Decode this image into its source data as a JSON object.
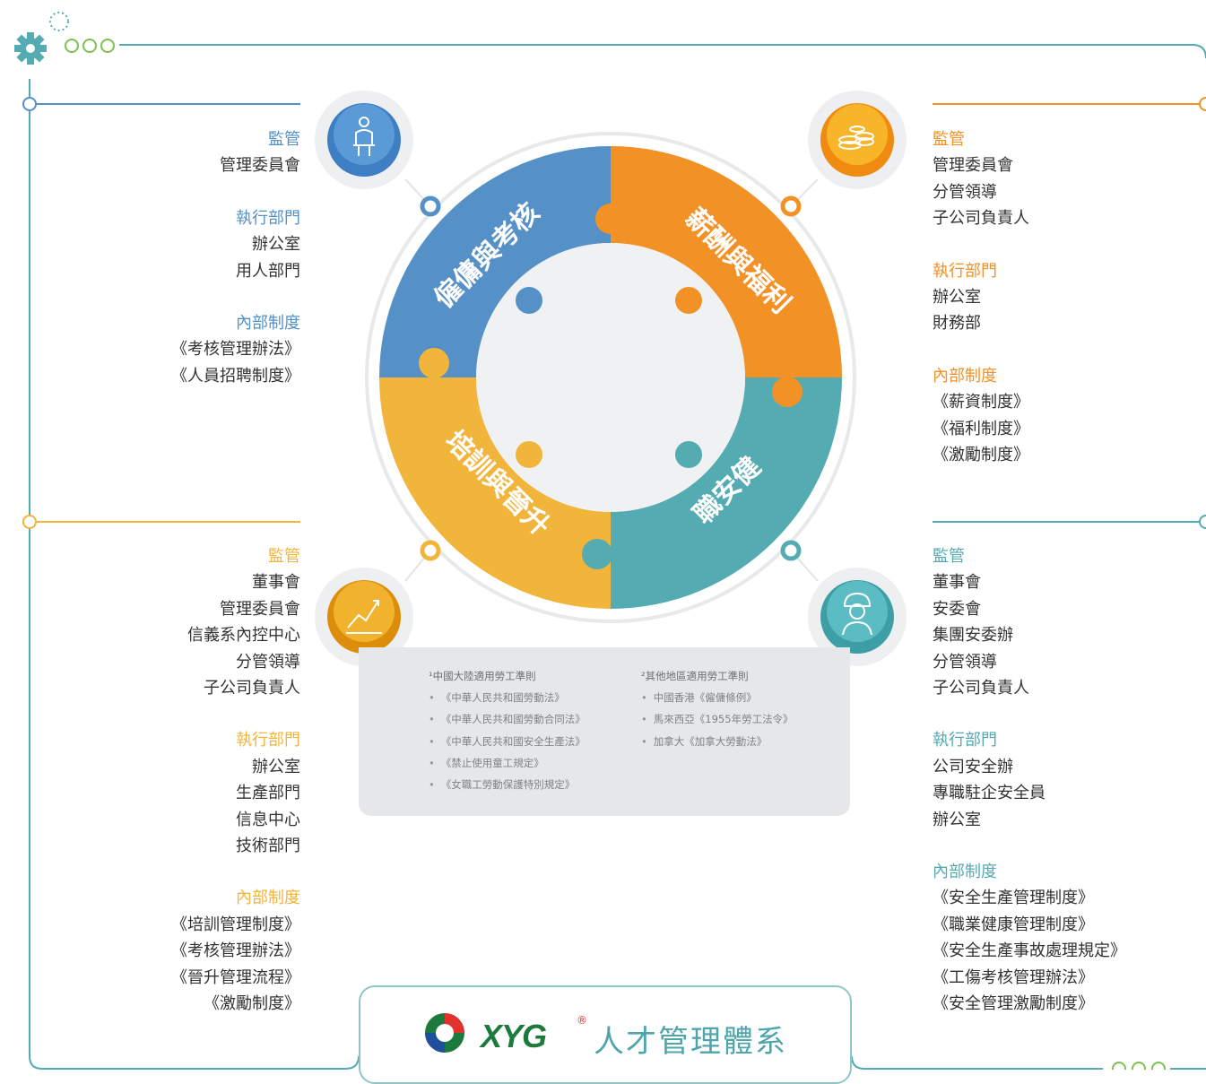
{
  "quadrants": {
    "hiring": {
      "label": "僱傭與考核",
      "color": "#5590c7"
    },
    "pay": {
      "label": "薪酬與福利",
      "color": "#f29126"
    },
    "safety": {
      "label": "職安健",
      "color": "#54abb1"
    },
    "training": {
      "label": "培訓與晉升",
      "color": "#f2b53c"
    }
  },
  "panels": {
    "top_left": {
      "color": "#5590c7",
      "supervision": {
        "heading": "監管",
        "items": [
          "管理委員會"
        ]
      },
      "execution": {
        "heading": "執行部門",
        "items": [
          "辦公室",
          "用人部門"
        ]
      },
      "policy": {
        "heading": "內部制度",
        "items": [
          "《考核管理辦法》",
          "《人員招聘制度》"
        ]
      }
    },
    "top_right": {
      "color": "#f29126",
      "supervision": {
        "heading": "監管",
        "items": [
          "管理委員會",
          "分管領導",
          "子公司負責人"
        ]
      },
      "execution": {
        "heading": "執行部門",
        "items": [
          "辦公室",
          "財務部"
        ]
      },
      "policy": {
        "heading": "內部制度",
        "items": [
          "《薪資制度》",
          "《福利制度》",
          "《激勵制度》"
        ]
      }
    },
    "bottom_left": {
      "color": "#f2b53c",
      "supervision": {
        "heading": "監管",
        "items": [
          "董事會",
          "管理委員會",
          "信義系內控中心",
          "分管領導",
          "子公司負責人"
        ]
      },
      "execution": {
        "heading": "執行部門",
        "items": [
          "辦公室",
          "生產部門",
          "信息中心",
          "技術部門"
        ]
      },
      "policy": {
        "heading": "內部制度",
        "items": [
          "《培訓管理制度》",
          "《考核管理辦法》",
          "《晉升管理流程》",
          "《激勵制度》"
        ]
      }
    },
    "bottom_right": {
      "color": "#54abb1",
      "supervision": {
        "heading": "監管",
        "items": [
          "董事會",
          "安委會",
          "集團安委辦",
          "分管領導",
          "子公司負責人"
        ]
      },
      "execution": {
        "heading": "執行部門",
        "items": [
          "公司安全辦",
          "專職駐企安全員",
          "辦公室"
        ]
      },
      "policy": {
        "heading": "內部制度",
        "items": [
          "《安全生產管理制度》",
          "《職業健康管理制度》",
          "《安全生產事故處理規定》",
          "《工傷考核管理辦法》",
          "《安全管理激勵制度》"
        ]
      }
    }
  },
  "notes": {
    "mainland": {
      "heading": "¹中國大陸適用勞工準則",
      "items": [
        "《中華人民共和國勞動法》",
        "《中華人民共和國勞動合同法》",
        "《中華人民共和國安全生產法》",
        "《禁止使用童工規定》",
        "《女職工勞動保護特別規定》"
      ]
    },
    "other": {
      "heading": "²其他地區適用勞工準則",
      "items": [
        "中國香港《僱傭條例》",
        "馬來西亞《1955年勞工法令》",
        "加拿大《加拿大勞動法》"
      ]
    }
  },
  "footer": {
    "brand": "XYG",
    "registered": "®",
    "title": "人才管理體系"
  },
  "icons": {
    "hiring": "person-at-desk-icon",
    "pay": "coins-stack-icon",
    "training": "growth-chart-icon",
    "safety": "worker-helmet-icon",
    "header": "gear-icon"
  }
}
